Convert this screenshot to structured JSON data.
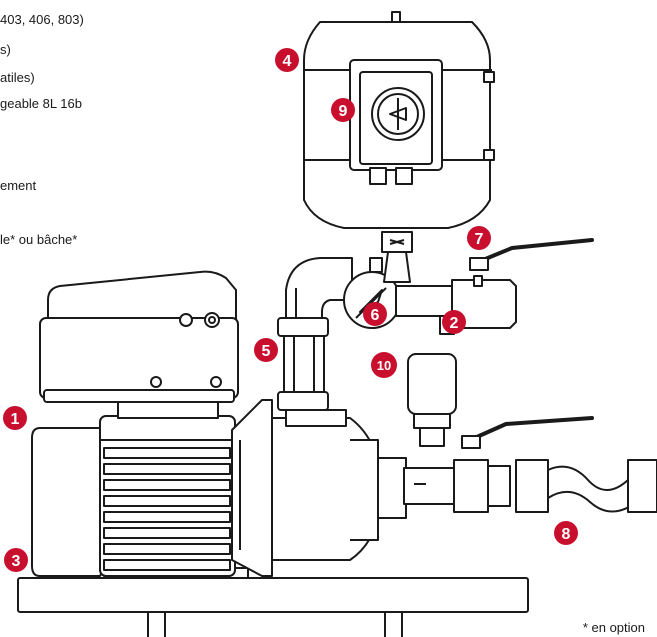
{
  "legend": [
    "403, 406, 803)",
    "s)",
    "atiles)",
    "geable 8L 16b",
    "ement",
    "le* ou bâche*"
  ],
  "footnote": "* en option",
  "badges": [
    "1",
    "2",
    "3",
    "4",
    "5",
    "6",
    "7",
    "8",
    "9",
    "10"
  ],
  "colors": {
    "badge": "#c8102e",
    "line": "#1a1a1a",
    "fill": "#ffffff"
  }
}
